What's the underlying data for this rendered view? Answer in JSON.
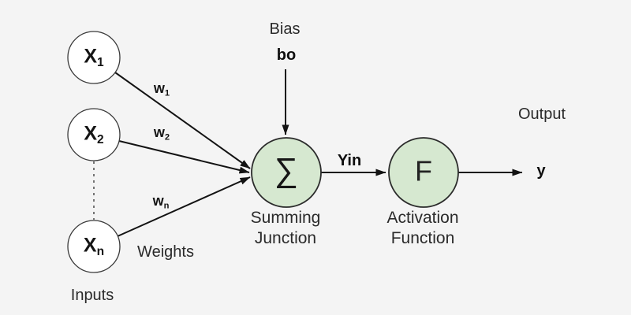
{
  "diagram": {
    "background": "#f4f4f4",
    "colors": {
      "node_fill": "#d6e8d0",
      "node_stroke": "#2b2b2b",
      "input_fill": "#ffffff",
      "line": "#131313"
    },
    "inputs": {
      "group_label": "Inputs",
      "nodes": [
        {
          "base": "X",
          "sub": "1"
        },
        {
          "base": "X",
          "sub": "2"
        },
        {
          "base": "X",
          "sub": "n"
        }
      ]
    },
    "weights": {
      "group_label": "Weights",
      "labels": [
        {
          "base": "w",
          "sub": "1"
        },
        {
          "base": "w",
          "sub": "2"
        },
        {
          "base": "w",
          "sub": "n"
        }
      ]
    },
    "bias": {
      "label": "Bias",
      "symbol": "bo"
    },
    "summing_junction": {
      "symbol": "∑",
      "label": [
        "Summing",
        "Junction"
      ]
    },
    "activation_function": {
      "symbol": "F",
      "label": [
        "Activation",
        "Function"
      ]
    },
    "net_input_label": "Yin",
    "output": {
      "label": "Output",
      "symbol": "y"
    }
  }
}
